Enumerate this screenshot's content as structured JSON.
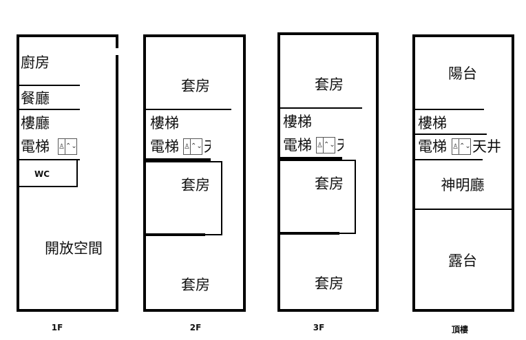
{
  "floors": [
    {
      "label": "1F",
      "rooms": {
        "kitchen": "廚房",
        "dining": "餐廳",
        "lobby": "樓廳",
        "elevator": "電梯",
        "wc": "WC",
        "open": "開放空間"
      }
    },
    {
      "label": "2F",
      "rooms": {
        "suite1": "套房",
        "stairs": "樓梯",
        "elevator": "電梯",
        "shaft": "天",
        "suite2": "套房",
        "suite3": "套房"
      }
    },
    {
      "label": "3F",
      "rooms": {
        "suite1": "套房",
        "stairs": "樓梯",
        "elevator": "電梯",
        "shaft": "天",
        "suite2": "套房",
        "suite3": "套房"
      }
    },
    {
      "label": "頂樓",
      "rooms": {
        "balcony": "陽台",
        "stairs": "樓梯",
        "elevator": "電梯",
        "shaft": "天井",
        "shrine": "神明廳",
        "terrace": "露台"
      }
    }
  ],
  "icons": {
    "elevator_person": "♙",
    "elevator_arrows": "⌃⌄"
  }
}
